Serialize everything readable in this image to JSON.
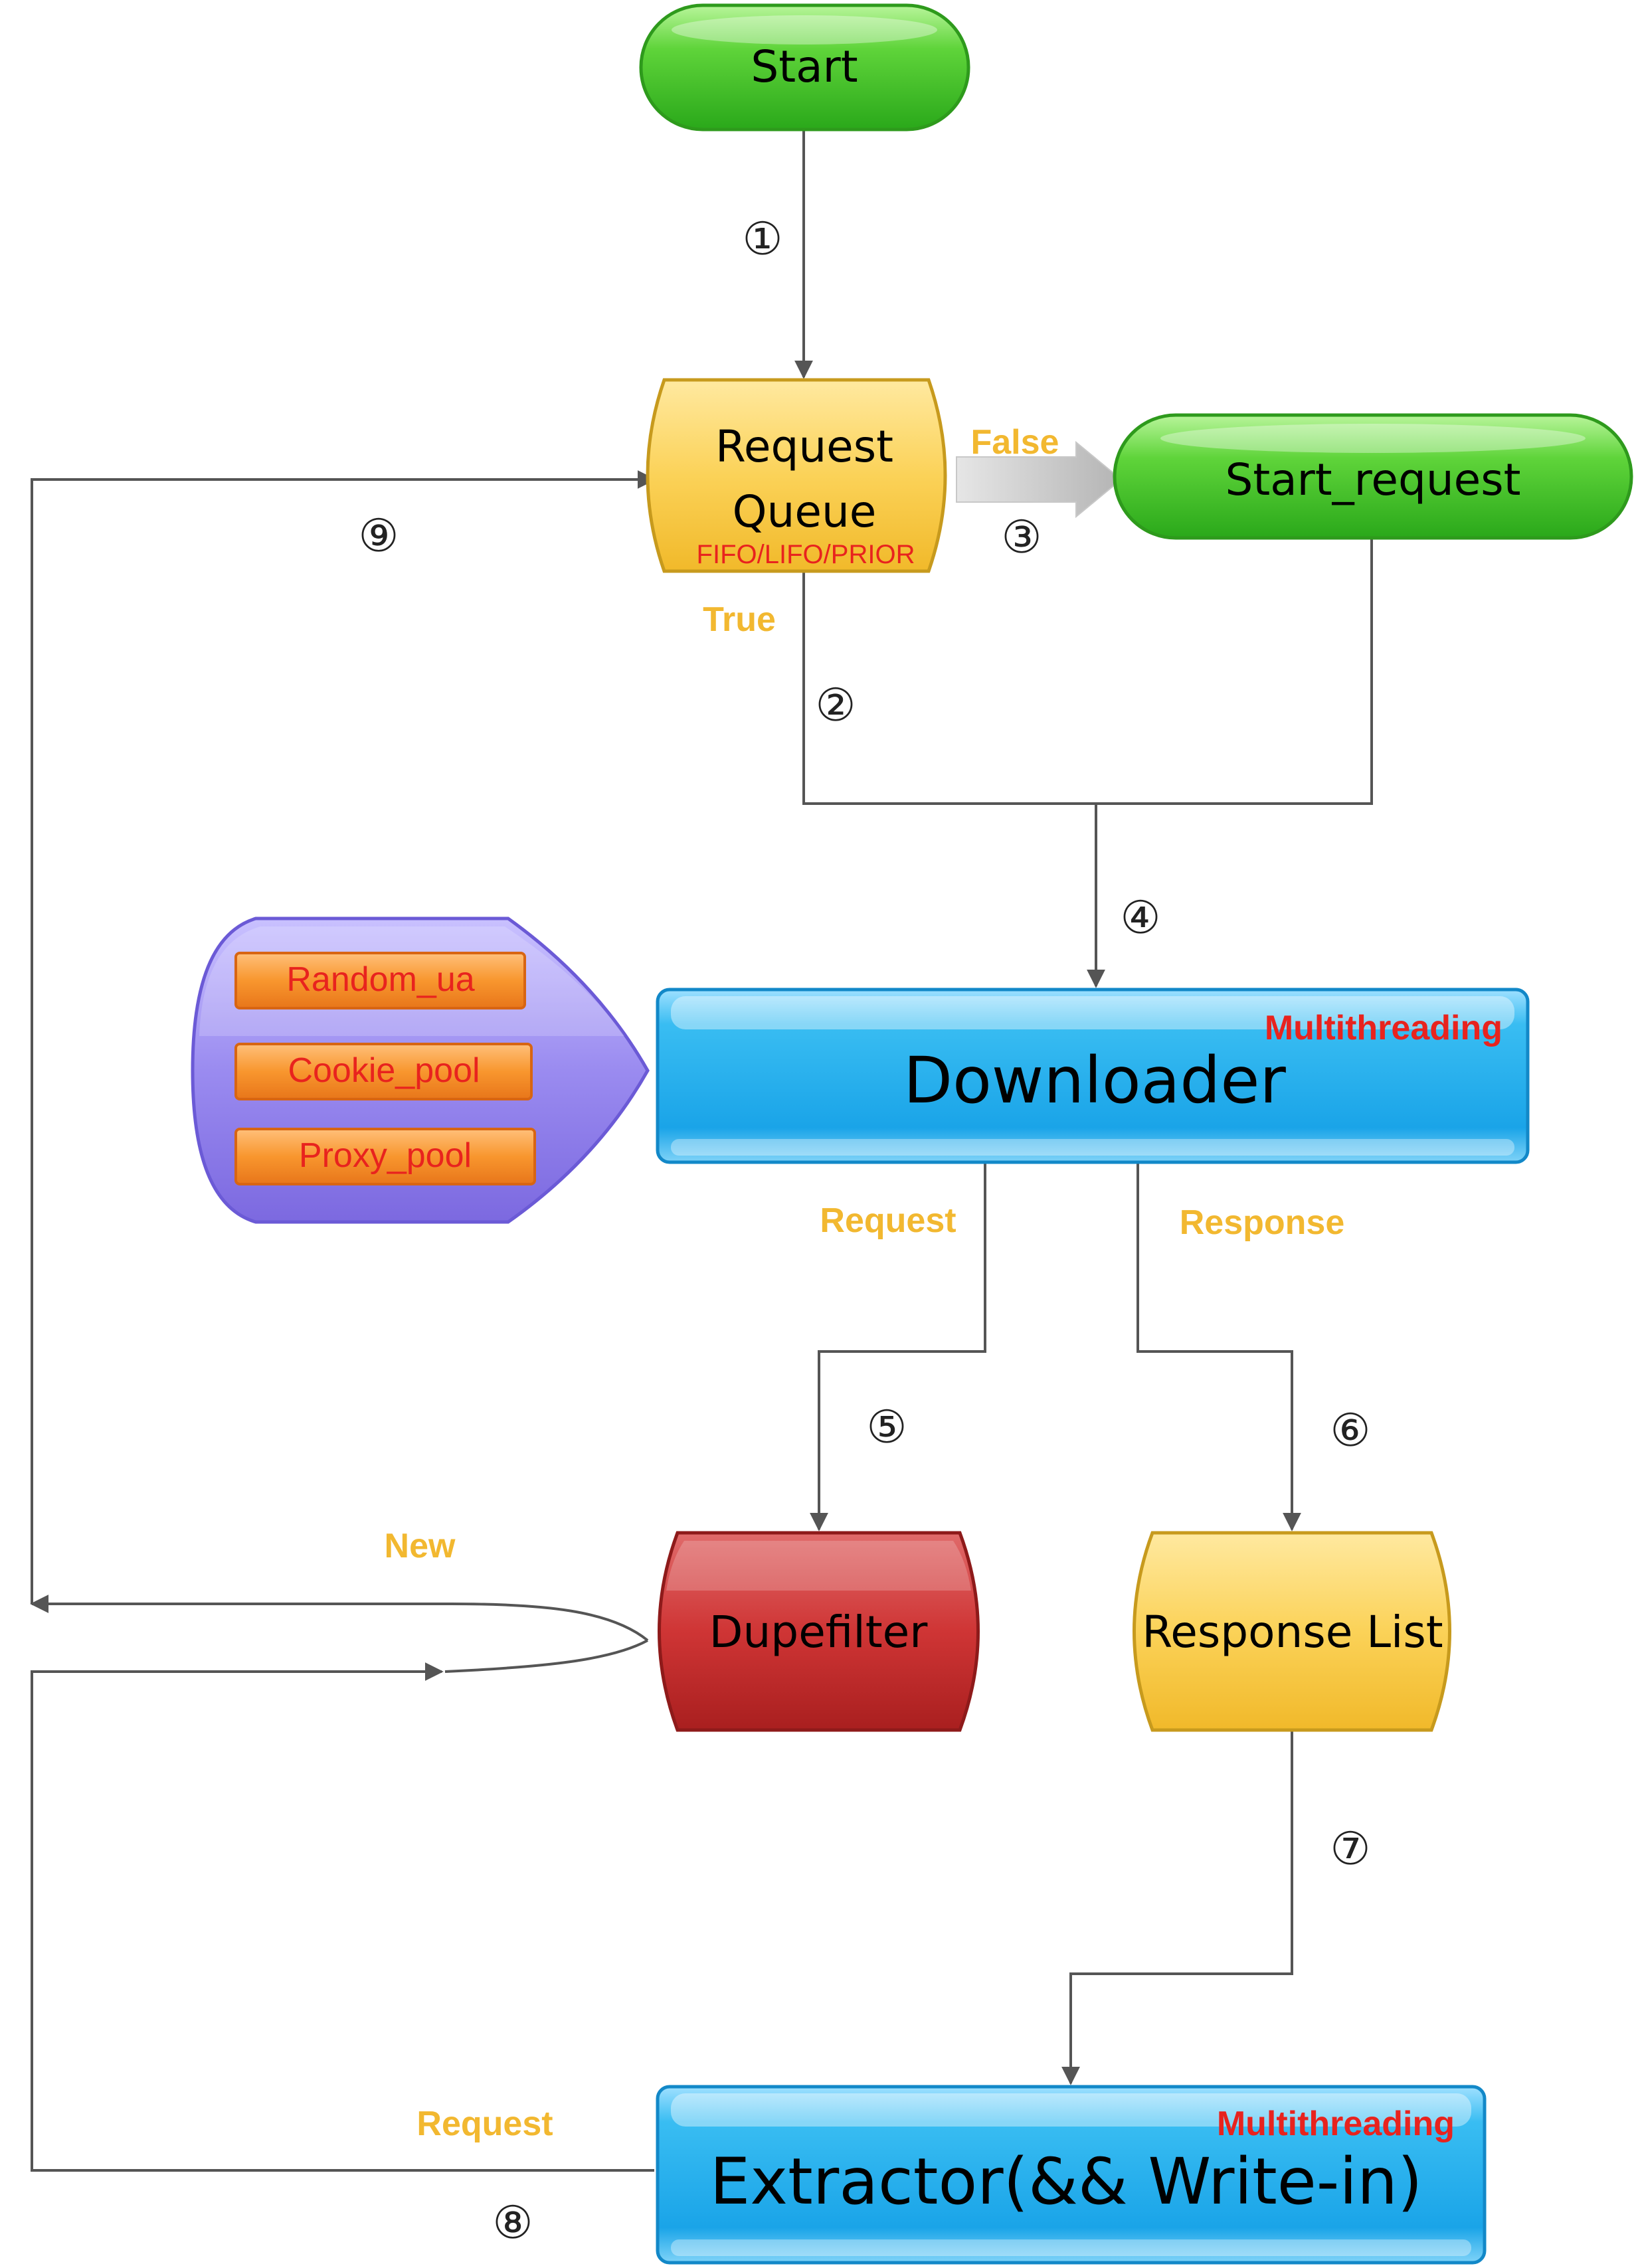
{
  "nodes": {
    "start": "Start",
    "request_queue_line1": "Request",
    "request_queue_line2": "Queue",
    "request_queue_modes": "FIFO/LIFO/PRIOR",
    "start_request": "Start_request",
    "downloader": "Downloader",
    "downloader_badge": "Multithreading",
    "dupefilter": "Dupefilter",
    "response_list": "Response List",
    "extractor": "Extractor(&&  Write-in)",
    "extractor_badge": "Multithreading",
    "middleware": [
      "Random_ua",
      "Cookie_pool",
      "Proxy_pool"
    ]
  },
  "edges": {
    "false_label": "False",
    "true_label": "True",
    "request_label": "Request",
    "response_label": "Response",
    "new_label": "New",
    "extractor_request_label": "Request"
  },
  "step_numbers": [
    "①",
    "②",
    "③",
    "④",
    "⑤",
    "⑥",
    "⑦",
    "⑧",
    "⑨"
  ],
  "colors": {
    "green": "#3fc41f",
    "yellow": "#f8c936",
    "blue": "#1ea9ec",
    "red": "#cc2a2a",
    "purple": "#8e7ee8",
    "orange": "#f48a1e",
    "label_gold": "#f2b830",
    "label_red": "#e8231e",
    "line": "#555555"
  }
}
